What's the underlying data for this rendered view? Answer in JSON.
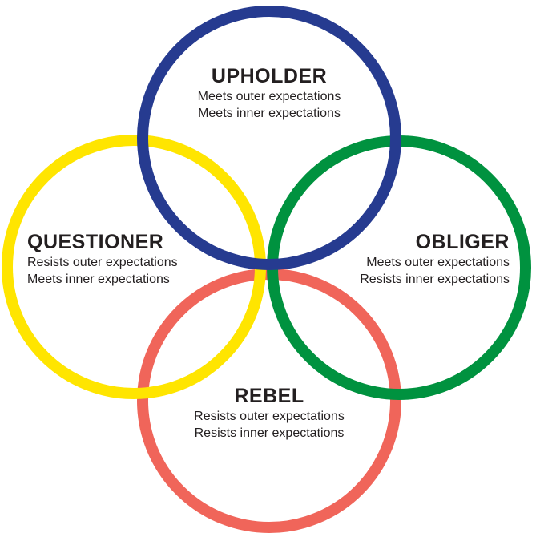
{
  "colors": {
    "upholder": "#263b90",
    "questioner": "#ffe500",
    "obliger": "#00923f",
    "rebel": "#f0655a"
  },
  "tendencies": {
    "upholder": {
      "title": "UPHOLDER",
      "line1": "Meets outer expectations",
      "line2": "Meets inner expectations"
    },
    "questioner": {
      "title": "QUESTIONER",
      "line1": "Resists outer expectations",
      "line2": "Meets inner expectations"
    },
    "obliger": {
      "title": "OBLIGER",
      "line1": "Meets outer expectations",
      "line2": "Resists inner expectations"
    },
    "rebel": {
      "title": "REBEL",
      "line1": "Resists outer expectations",
      "line2": "Resists inner expectations"
    }
  }
}
